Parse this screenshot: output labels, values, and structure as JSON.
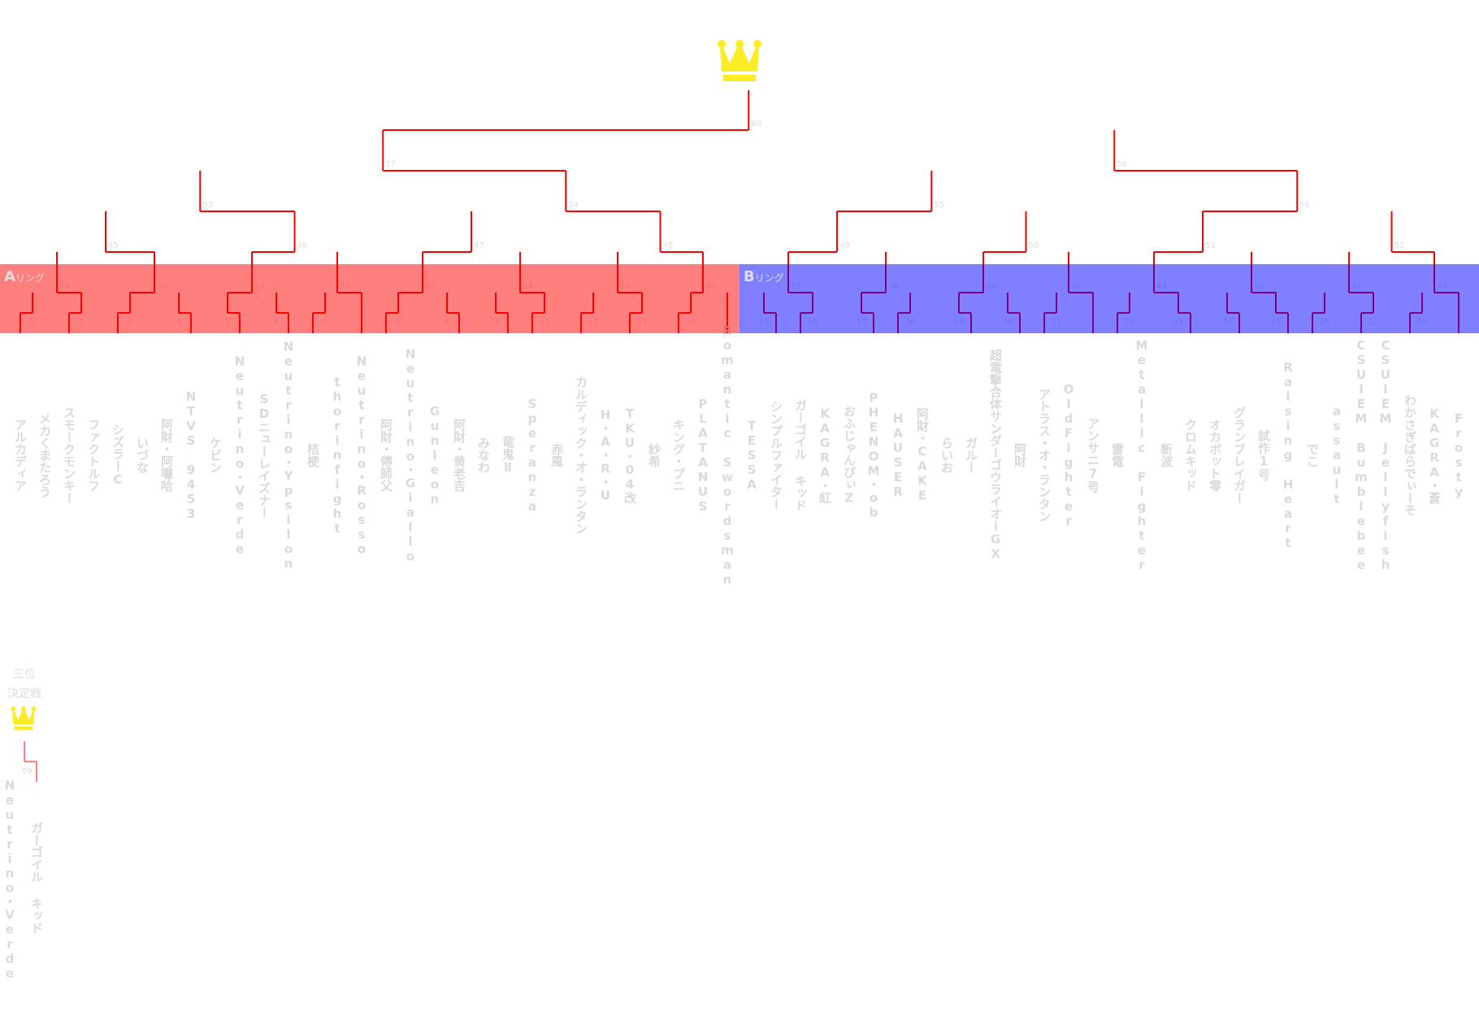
{
  "rings": [
    {
      "letter": "A",
      "suffix": "リング",
      "color": "#ff8080"
    },
    {
      "letter": "B",
      "suffix": "リング",
      "color": "#8080ff"
    }
  ],
  "line_color": "#ff0000",
  "crown_color": "#fcec24",
  "players": [
    "アルカディア",
    "メカくまたろう",
    "スモークモンキー",
    "ファクトルフ",
    "シズラーC",
    "いづな",
    "阿財・阿囉哈",
    "NTVS 9453",
    "ケビン",
    "Neutrino・Verde",
    "SDニューレイズナー",
    "Neutrino・Ypsilon",
    "桔梗",
    "thorinfight",
    "Neutrino・Rosso",
    "阿財・傅師父",
    "Neutrino・Giallo",
    "Gunleon",
    "阿財・黄老吉",
    "みなわ",
    "竜鬼Ⅱ",
    "Speranza",
    "赤風",
    "カルディック・オ・ランタン",
    "H・A・R・U",
    "TKU・04改",
    "紗希",
    "キング・プニ",
    "PLATANUS",
    "Romantic Swordsman",
    "TESSA",
    "シンプルファイター",
    "ガーゴイル キッド",
    "KAGRA・紅",
    "おふじゃんぴぃZ",
    "PHENOM・ob",
    "HAUSER",
    "阿財・CAKE",
    "らいお",
    "ガルー",
    "超電撃合体サンダーゴウライオーGX",
    "阿財",
    "アトラス・オ・ランタン",
    "OldFighter",
    "アンサニ7号",
    "雷電",
    "Metallic Fighter",
    "斬波",
    "クロムキッド",
    "オカボット零",
    "グランブレイガー",
    "試作1号",
    "Raising Heart",
    "でこ",
    "assault",
    "CSUIEM Bumblebee",
    "CSUIEM Jellyfish",
    "わかさぎばらでぃーそ",
    "KAGRA・蒼",
    "Frosty"
  ],
  "matches": [
    {
      "no": 1,
      "a": "p0",
      "b": "p1",
      "w": "p0"
    },
    {
      "no": 2,
      "a": "p2",
      "b": "p3",
      "w": "p2"
    },
    {
      "no": 3,
      "a": "p4",
      "b": "p5",
      "w": "p4"
    },
    {
      "no": 4,
      "a": "p6",
      "b": "p7",
      "w": "p7"
    },
    {
      "no": 5,
      "a": "p8",
      "b": "p9",
      "w": "p9"
    },
    {
      "no": 6,
      "a": "p10",
      "b": "p11",
      "w": "p11"
    },
    {
      "no": 7,
      "a": "p12",
      "b": "p13",
      "w": "p12"
    },
    {
      "no": 8,
      "a": "p15",
      "b": "p16",
      "w": "p15"
    },
    {
      "no": 9,
      "a": "p17",
      "b": "p18",
      "w": "p18"
    },
    {
      "no": 10,
      "a": "p19",
      "b": "p20",
      "w": "p20"
    },
    {
      "no": 11,
      "a": "p21",
      "b": "p22",
      "w": "p21"
    },
    {
      "no": 12,
      "a": "p23",
      "b": "p24",
      "w": "p23"
    },
    {
      "no": 13,
      "a": "p25",
      "b": "p26",
      "w": "p25"
    },
    {
      "no": 14,
      "a": "p27",
      "b": "p28",
      "w": "p27"
    },
    {
      "no": 15,
      "a": "p30",
      "b": "p31",
      "w": "p31"
    },
    {
      "no": 16,
      "a": "p32",
      "b": "p33",
      "w": "p32"
    },
    {
      "no": 17,
      "a": "p34",
      "b": "p35",
      "w": "p35"
    },
    {
      "no": 18,
      "a": "p36",
      "b": "p37",
      "w": "p36"
    },
    {
      "no": 19,
      "a": "p38",
      "b": "p39",
      "w": "p39"
    },
    {
      "no": 20,
      "a": "p40",
      "b": "p41",
      "w": "p41"
    },
    {
      "no": 21,
      "a": "p42",
      "b": "p43",
      "w": "p42"
    },
    {
      "no": 22,
      "a": "p45",
      "b": "p46",
      "w": "p45"
    },
    {
      "no": 23,
      "a": "p47",
      "b": "p48",
      "w": "p48"
    },
    {
      "no": 24,
      "a": "p49",
      "b": "p50",
      "w": "p50"
    },
    {
      "no": 25,
      "a": "p51",
      "b": "p52",
      "w": "p52"
    },
    {
      "no": 26,
      "a": "p53",
      "b": "p54",
      "w": "p53"
    },
    {
      "no": 27,
      "a": "p55",
      "b": "p56",
      "w": "p55"
    },
    {
      "no": 28,
      "a": "p57",
      "b": "p58",
      "w": "p57"
    },
    {
      "no": 29,
      "a": "m1",
      "b": "m2",
      "w": "m2"
    },
    {
      "no": 30,
      "a": "m3",
      "b": "m4",
      "w": "m3"
    },
    {
      "no": 31,
      "a": "m5",
      "b": "m6",
      "w": "m5"
    },
    {
      "no": 32,
      "a": "m7",
      "b": "p14",
      "w": "p14"
    },
    {
      "no": 33,
      "a": "m8",
      "b": "m9",
      "w": "m8"
    },
    {
      "no": 34,
      "a": "m10",
      "b": "m11",
      "w": "m11"
    },
    {
      "no": 35,
      "a": "m12",
      "b": "m13",
      "w": "m13"
    },
    {
      "no": 36,
      "a": "m14",
      "b": "p29",
      "w": "m14"
    },
    {
      "no": 37,
      "a": "m15",
      "b": "m16",
      "w": "m16"
    },
    {
      "no": 38,
      "a": "m17",
      "b": "m18",
      "w": "m17"
    },
    {
      "no": 39,
      "a": "m19",
      "b": "m20",
      "w": "m19"
    },
    {
      "no": 40,
      "a": "m21",
      "b": "p44",
      "w": "p44"
    },
    {
      "no": 41,
      "a": "m22",
      "b": "m23",
      "w": "m23"
    },
    {
      "no": 42,
      "a": "m24",
      "b": "m25",
      "w": "m25"
    },
    {
      "no": 43,
      "a": "m26",
      "b": "m27",
      "w": "m27"
    },
    {
      "no": 44,
      "a": "m28",
      "b": "p59",
      "w": "p59"
    },
    {
      "no": 45,
      "a": "m29",
      "b": "m30",
      "w": "m30"
    },
    {
      "no": 46,
      "a": "m31",
      "b": "m32",
      "w": "m31"
    },
    {
      "no": 47,
      "a": "m33",
      "b": "m34",
      "w": "m33"
    },
    {
      "no": 48,
      "a": "m35",
      "b": "m36",
      "w": "m36"
    },
    {
      "no": 49,
      "a": "m37",
      "b": "m38",
      "w": "m37"
    },
    {
      "no": 50,
      "a": "m39",
      "b": "m40",
      "w": "m39"
    },
    {
      "no": 51,
      "a": "m41",
      "b": "m42",
      "w": "m41"
    },
    {
      "no": 52,
      "a": "m43",
      "b": "m44",
      "w": "m44"
    },
    {
      "no": 53,
      "a": "m45",
      "b": "m46",
      "w": "m46"
    },
    {
      "no": 54,
      "a": "m47",
      "b": "m48",
      "w": "m48"
    },
    {
      "no": 55,
      "a": "m49",
      "b": "m50",
      "w": "m49"
    },
    {
      "no": 56,
      "a": "m51",
      "b": "m52",
      "w": "m51"
    },
    {
      "no": 57,
      "a": "m53",
      "b": "m54",
      "w": "m54"
    },
    {
      "no": 58,
      "a": "m55",
      "b": "m56",
      "w": "m56"
    },
    {
      "no": 60,
      "a": "m57",
      "b": "m58",
      "w": "m57"
    }
  ],
  "third_place": {
    "title_line1": "三位",
    "title_line2": "決定戦",
    "match_no": "59",
    "players": [
      "Neutrino・Verde",
      "ガーゴイル キッド"
    ],
    "winner_index": 1,
    "line_color": "#ff8080"
  }
}
